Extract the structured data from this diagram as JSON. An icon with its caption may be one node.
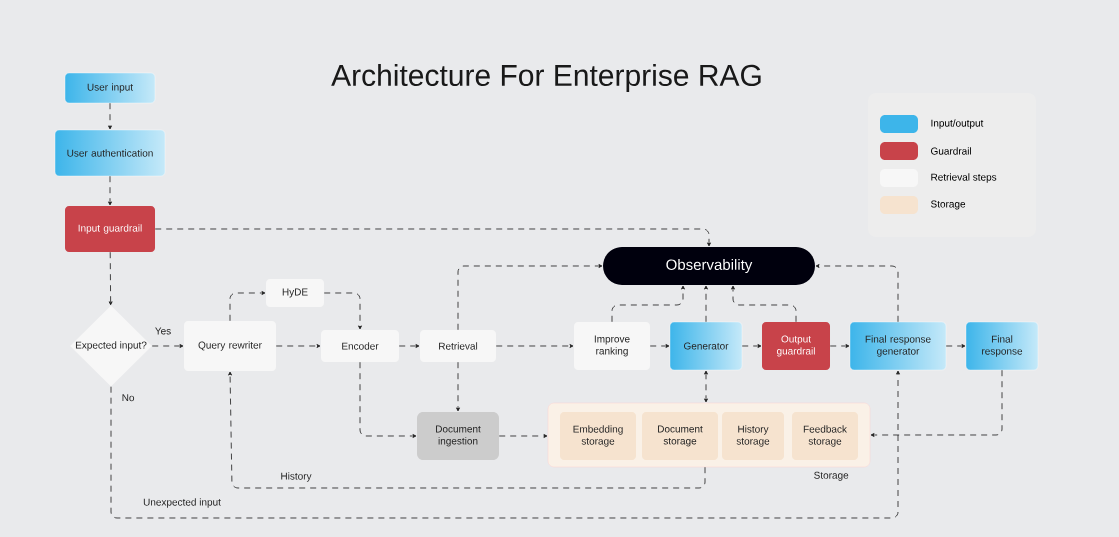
{
  "diagram": {
    "title": "Architecture For Enterprise RAG",
    "nodes": [
      {
        "text": [
          "User input"
        ]
      },
      {
        "text": [
          "User authentication"
        ]
      },
      {
        "text": [
          "Input guardrail"
        ]
      },
      {
        "text": [
          "Expected input?"
        ],
        "beside": [
          "No"
        ]
      },
      {
        "text": [
          "Query rewriter"
        ]
      },
      {
        "text": [
          "HyDE"
        ]
      },
      {
        "text": [
          "Encoder"
        ]
      },
      {
        "text": [
          "Retrieval"
        ]
      },
      {
        "text": [
          "Document ingestion"
        ]
      },
      {
        "text": [
          "Observability"
        ]
      },
      {
        "text": [
          "Improve ranking"
        ]
      },
      {
        "text": [
          "Generator"
        ]
      },
      {
        "text": [
          "Output guardrail"
        ]
      },
      {
        "text": [
          "Final response generator"
        ]
      },
      {
        "text": [
          "Final response"
        ]
      },
      {
        "text": [
          "Storage"
        ]
      },
      {
        "text": [
          "Embedding storage"
        ],
        "in": 15
      },
      {
        "text": [
          "Document storage"
        ],
        "in": 15
      },
      {
        "text": [
          "History storage"
        ],
        "in": 15
      },
      {
        "text": [
          "Feedback storage"
        ],
        "in": 15
      }
    ],
    "edges": [
      {
        "from": 0,
        "to": 1,
        "arrow": "to"
      },
      {
        "from": 1,
        "to": 2,
        "arrow": "to"
      },
      {
        "from": 2,
        "to": 3,
        "arrow": "to"
      },
      {
        "from": 2,
        "to": 9,
        "arrow": "to"
      },
      {
        "from": 3,
        "to": 4,
        "arrow": "to",
        "label": "Yes"
      },
      {
        "from": 4,
        "to": 5,
        "arrow": "to"
      },
      {
        "from": 5,
        "to": 6,
        "arrow": "to"
      },
      {
        "from": 4,
        "to": 6,
        "arrow": "to"
      },
      {
        "from": 6,
        "to": 7,
        "arrow": "to"
      },
      {
        "from": 6,
        "to": 8,
        "arrow": "to"
      },
      {
        "from": 7,
        "to": 8,
        "arrow": "to"
      },
      {
        "from": 7,
        "to": 9,
        "arrow": "to"
      },
      {
        "from": 7,
        "to": 10,
        "arrow": "to"
      },
      {
        "from": 8,
        "to": 15,
        "arrow": "to"
      },
      {
        "from": 10,
        "to": 11,
        "arrow": "to"
      },
      {
        "from": 10,
        "to": 9,
        "arrow": "to"
      },
      {
        "from": 11,
        "to": 9,
        "arrow": "to"
      },
      {
        "from": 12,
        "to": 9,
        "arrow": "to"
      },
      {
        "from": 11,
        "to": 15,
        "arrow": "both"
      },
      {
        "from": 11,
        "to": 12,
        "arrow": "to"
      },
      {
        "from": 12,
        "to": 13,
        "arrow": "to"
      },
      {
        "from": 13,
        "to": 14,
        "arrow": "to"
      },
      {
        "from": 13,
        "to": 9,
        "arrow": "to"
      },
      {
        "from": 14,
        "to": 15,
        "arrow": "to"
      },
      {
        "from": 15,
        "to": 4,
        "arrow": "to",
        "label": "History"
      },
      {
        "from": 3,
        "to": 13,
        "arrow": "to",
        "label": "Unexpected input"
      }
    ],
    "legend": [
      {
        "text": "Input/output",
        "color": "#3db5ea"
      },
      {
        "text": "Guardrail",
        "color": "#c8434a"
      },
      {
        "text": "Retrieval steps",
        "color": "#f7f7f7"
      },
      {
        "text": "Storage",
        "color": "#f6e3cf"
      }
    ]
  }
}
